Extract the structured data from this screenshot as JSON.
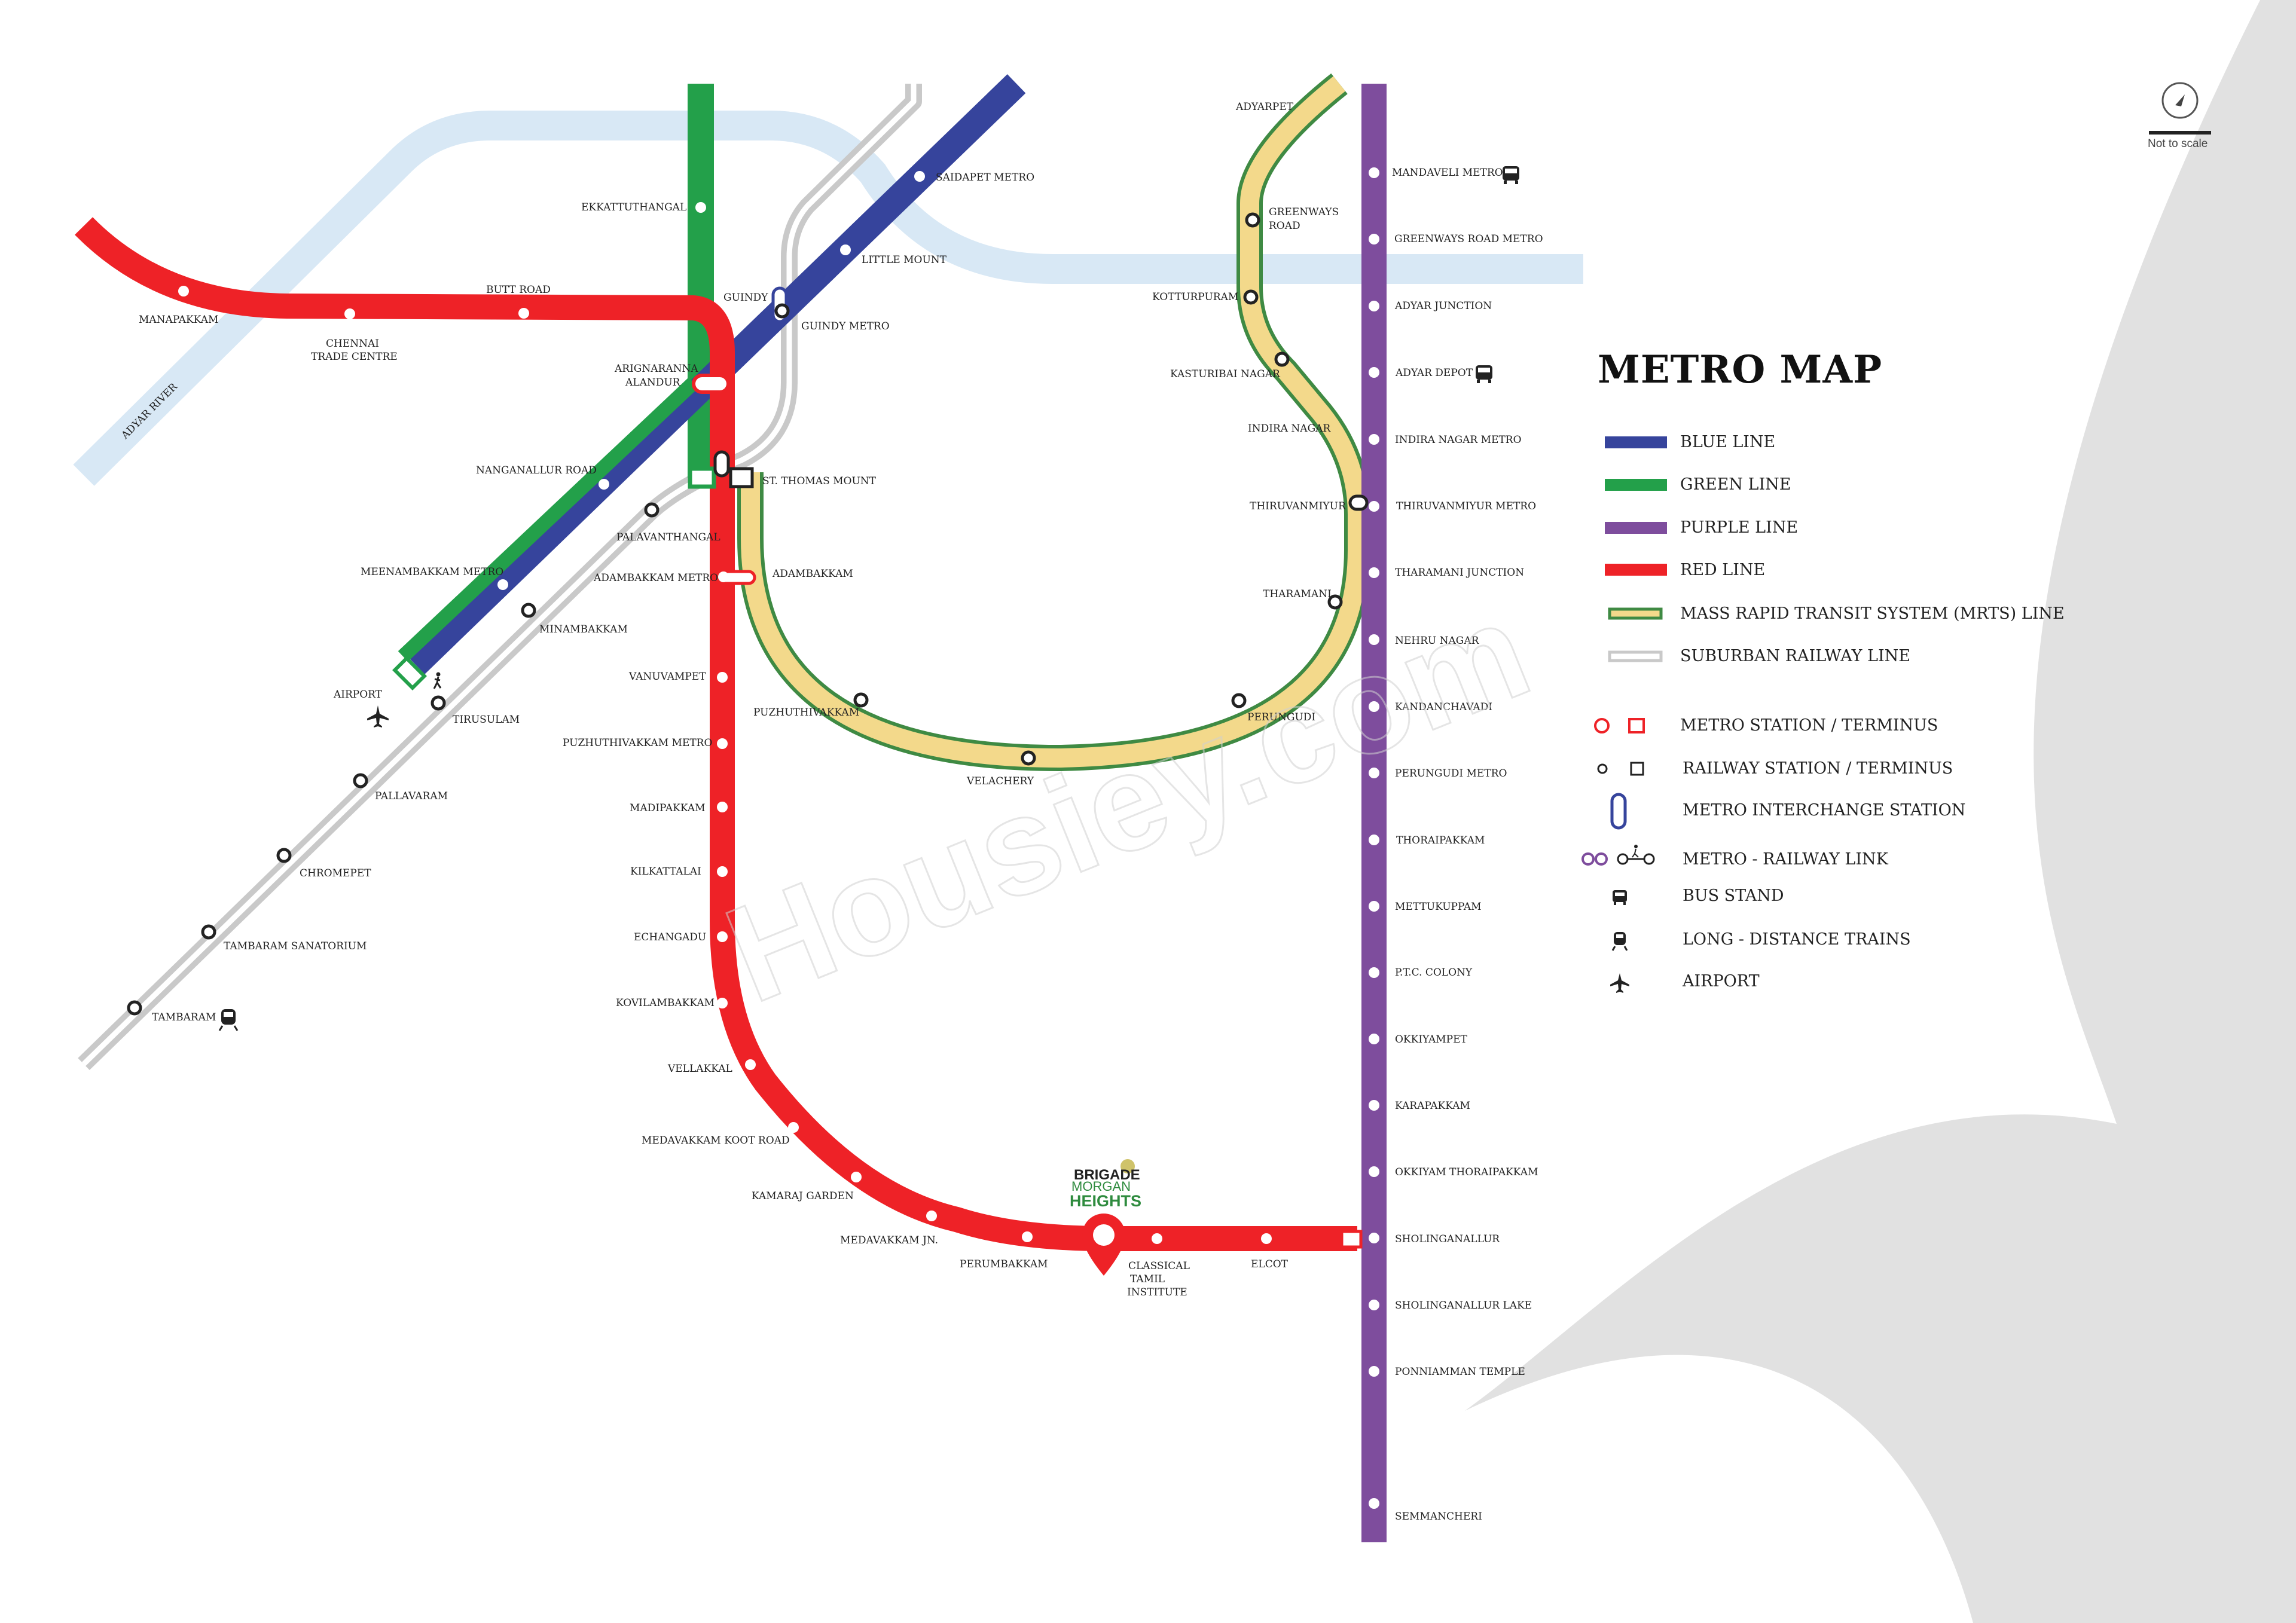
{
  "title": "METRO MAP",
  "scale_note": "Not to scale",
  "watermark": "Housiey.com",
  "colors": {
    "blue": "#36449c",
    "green": "#23a04a",
    "purple": "#7e4d9d",
    "red": "#ee2227",
    "mrts_fill": "#f3d98b",
    "mrts_edge": "#3f8a43",
    "suburban": "#c9c9c9",
    "river": "#d8e8f5",
    "bg_shape": "#e1e1e1"
  },
  "river_label": "ADYAR RIVER",
  "project": {
    "brand": "BRIGADE",
    "line1": "MORGAN",
    "line2": "HEIGHTS"
  },
  "legend": [
    {
      "label": "BLUE LINE",
      "icon": "blue-line-swatch"
    },
    {
      "label": "GREEN LINE",
      "icon": "green-line-swatch"
    },
    {
      "label": "PURPLE LINE",
      "icon": "purple-line-swatch"
    },
    {
      "label": "RED LINE",
      "icon": "red-line-swatch"
    },
    {
      "label": "MASS RAPID TRANSIT SYSTEM (MRTS) LINE",
      "icon": "mrts-line-swatch"
    },
    {
      "label": "SUBURBAN RAILWAY LINE",
      "icon": "suburban-line-swatch"
    },
    {
      "label": "METRO STATION / TERMINUS",
      "icon": "metro-station-icon"
    },
    {
      "label": "RAILWAY STATION / TERMINUS",
      "icon": "railway-station-icon"
    },
    {
      "label": "METRO INTERCHANGE STATION",
      "icon": "interchange-icon"
    },
    {
      "label": "METRO - RAILWAY LINK",
      "icon": "metro-railway-link-icon"
    },
    {
      "label": "BUS STAND",
      "icon": "bus-icon"
    },
    {
      "label": "LONG - DISTANCE TRAINS",
      "icon": "train-icon"
    },
    {
      "label": "AIRPORT",
      "icon": "airplane-icon"
    }
  ],
  "stations": {
    "red": [
      "MANAPAKKAM",
      "CHENNAI TRADE CENTRE",
      "BUTT ROAD",
      "ADAMBAKKAM METRO",
      "VANUVAMPET",
      "PUZHUTHIVAKKAM METRO",
      "MADIPAKKAM",
      "KILKATTALAI",
      "ECHANGADU",
      "KOVILAMBAKKAM",
      "VELLAKKAL",
      "MEDAVAKKAM KOOT ROAD",
      "KAMARAJ GARDEN",
      "MEDAVAKKAM JN.",
      "PERUMBAKKAM",
      "CLASSICAL TAMIL INSTITUTE",
      "ELCOT"
    ],
    "blue": [
      "SAIDAPET METRO",
      "LITTLE MOUNT",
      "GUINDY METRO",
      "ARIGNAR ANNA ALANDUR",
      "NANGANALLUR ROAD",
      "MEENAMBAKKAM METRO"
    ],
    "green": [
      "EKKATTUTHANGAL",
      "ARIGNAR ANNA ALANDUR"
    ],
    "purple": [
      "MANDAVELI METRO",
      "GREENWAYS ROAD METRO",
      "ADYAR JUNCTION",
      "ADYAR DEPOT",
      "INDIRA NAGAR METRO",
      "THIRUVANMIYUR METRO",
      "THARAMANI JUNCTION",
      "NEHRU NAGAR",
      "KANDANCHAVADI",
      "PERUNGUDI METRO",
      "THORAIPAKKAM",
      "METTUKUPPAM",
      "P.T.C. COLONY",
      "OKKIYAMPET",
      "KARAPAKKAM",
      "OKKIYAM THORAIPAKKAM",
      "SHOLINGANALLUR",
      "SHOLINGANALLUR LAKE",
      "PONNIAMMAN TEMPLE",
      "SEMMANCHERI"
    ],
    "mrts": [
      "ADYARPET",
      "GREENWAYS ROAD",
      "KOTTURPURAM",
      "KASTURIBAI NAGAR",
      "INDIRA NAGAR",
      "THIRUVANMIYUR",
      "THARAMANI",
      "PERUNGUDI",
      "VELACHERY",
      "PUZHUTHIVAKKAM",
      "ADAMBAKKAM",
      "ST. THOMAS MOUNT"
    ],
    "suburban": [
      "GUINDY",
      "PALAVANTHANGAL",
      "MINAMBAKKAM",
      "TIRUSULAM",
      "PALLAVARAM",
      "CHROMEPET",
      "TAMBARAM SANATORIUM",
      "TAMBARAM"
    ],
    "other": [
      "AIRPORT"
    ]
  }
}
